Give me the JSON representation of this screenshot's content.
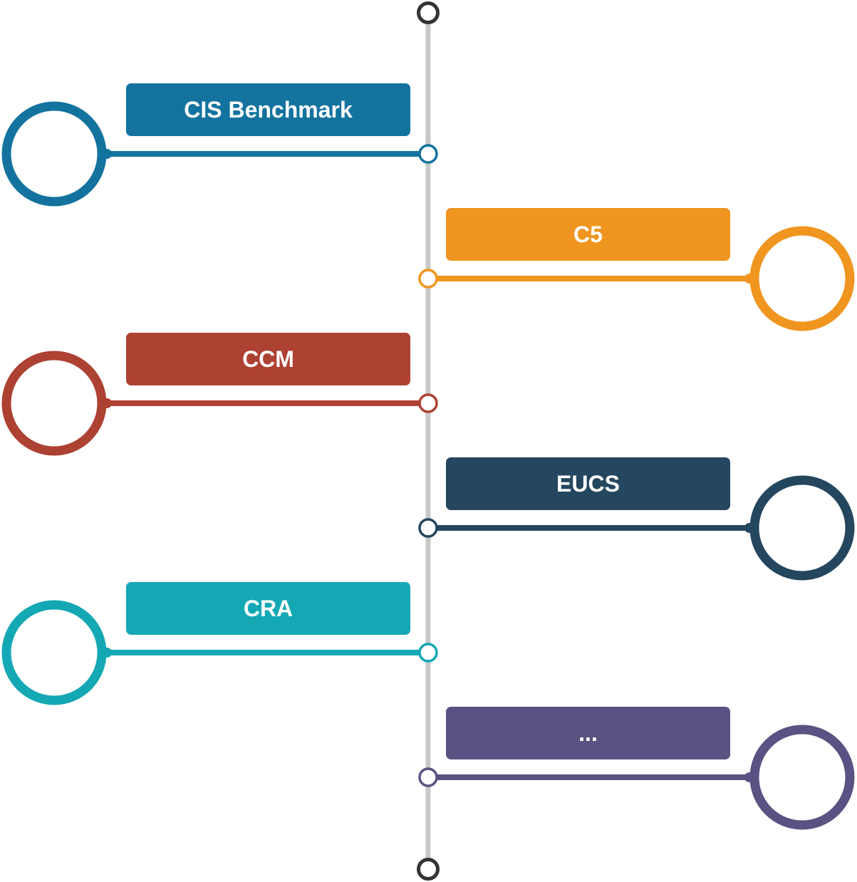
{
  "timeline": {
    "line_color": "#c8c8c8",
    "end_node_color": "#333333",
    "items": [
      {
        "label": "CIS Benchmark",
        "color": "#13739e",
        "side": "left"
      },
      {
        "label": "C5",
        "color": "#f0951f",
        "side": "right"
      },
      {
        "label": "CCM",
        "color": "#ad4132",
        "side": "left"
      },
      {
        "label": "EUCS",
        "color": "#24465e",
        "side": "right"
      },
      {
        "label": "CRA",
        "color": "#14a8b5",
        "side": "left"
      },
      {
        "label": "...",
        "color": "#5a5282",
        "side": "right"
      }
    ]
  }
}
